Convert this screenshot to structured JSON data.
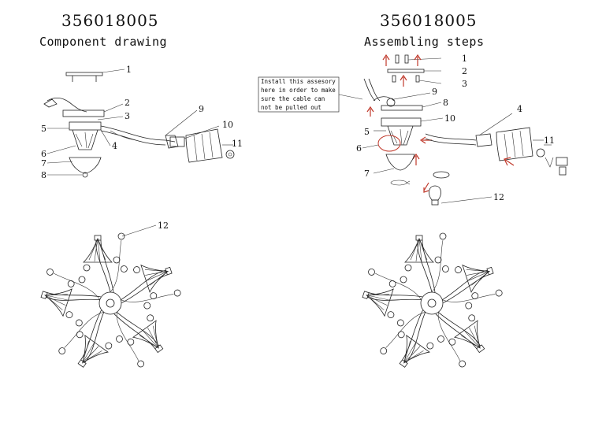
{
  "left_panel": {
    "model": "356018005",
    "subtitle": "Component drawing",
    "callouts": [
      "1",
      "2",
      "3",
      "4",
      "5",
      "6",
      "7",
      "8",
      "9",
      "10",
      "11",
      "12"
    ]
  },
  "right_panel": {
    "model": "356018005",
    "subtitle": "Assembling steps",
    "callouts": [
      "1",
      "2",
      "3",
      "4",
      "5",
      "6",
      "7",
      "8",
      "9",
      "10",
      "11",
      "12"
    ],
    "note_lines": [
      "Install this assesory",
      "here in order to make",
      "sure the cable can",
      "not be pulled out"
    ]
  },
  "colors": {
    "arrow": "#c0392b",
    "line": "#222222"
  }
}
